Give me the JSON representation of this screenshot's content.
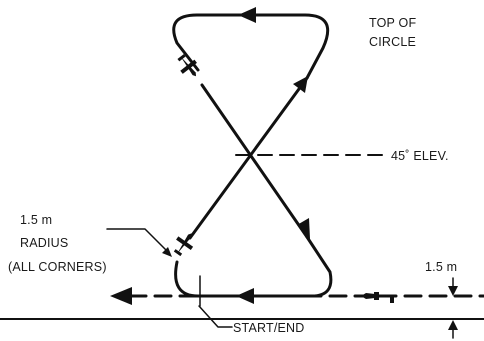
{
  "labels": {
    "top_of_circle_line1": "TOP OF",
    "top_of_circle_line2": "CIRCLE",
    "elevation": "45˚ ELEV.",
    "radius_line1": "1.5 m",
    "radius_line2": "RADIUS",
    "radius_line3": "(ALL CORNERS)",
    "height": "1.5 m",
    "start_end": "START/END"
  },
  "colors": {
    "ink": "#111111",
    "background": "#ffffff"
  },
  "icons": [
    "aircraft-icon",
    "arrowhead-icon"
  ]
}
